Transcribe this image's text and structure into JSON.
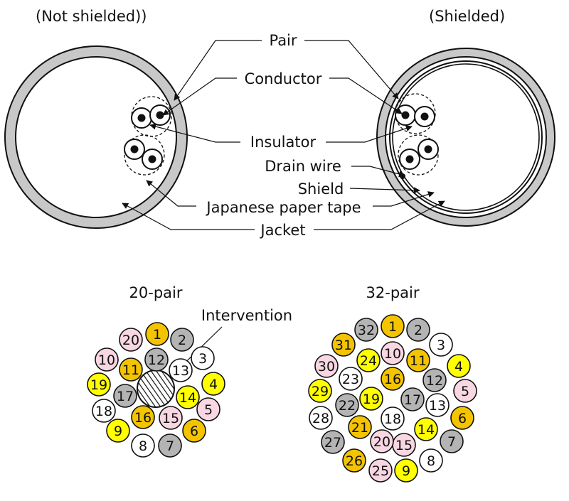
{
  "top": {
    "not_shielded_title": "(Not shielded))",
    "shielded_title": "(Shielded)",
    "callouts": {
      "pair": "Pair",
      "conductor": "Conductor",
      "insulator": "Insulator",
      "drain_wire": "Drain wire",
      "shield": "Shield",
      "paper_tape": "Japanese paper tape",
      "jacket": "Jacket"
    }
  },
  "bottom": {
    "left_title": "20-pair",
    "right_title": "32-pair",
    "intervention_label": "Intervention",
    "colors": {
      "Y": "#f5c400",
      "W": "#ffffff",
      "P": "#f8d7e2",
      "G": "#b4b4b4",
      "L": "#ffff00"
    },
    "pair20": [
      {
        "n": "1",
        "c": "Y"
      },
      {
        "n": "2",
        "c": "G"
      },
      {
        "n": "3",
        "c": "W"
      },
      {
        "n": "4",
        "c": "L"
      },
      {
        "n": "5",
        "c": "P"
      },
      {
        "n": "6",
        "c": "Y"
      },
      {
        "n": "7",
        "c": "G"
      },
      {
        "n": "8",
        "c": "W"
      },
      {
        "n": "9",
        "c": "L"
      },
      {
        "n": "10",
        "c": "P"
      },
      {
        "n": "11",
        "c": "Y"
      },
      {
        "n": "12",
        "c": "G"
      },
      {
        "n": "13",
        "c": "W"
      },
      {
        "n": "14",
        "c": "L"
      },
      {
        "n": "15",
        "c": "P"
      },
      {
        "n": "16",
        "c": "Y"
      },
      {
        "n": "17",
        "c": "G"
      },
      {
        "n": "18",
        "c": "W"
      },
      {
        "n": "19",
        "c": "L"
      },
      {
        "n": "20",
        "c": "P"
      }
    ],
    "pair32": [
      {
        "n": "1",
        "c": "Y"
      },
      {
        "n": "2",
        "c": "G"
      },
      {
        "n": "3",
        "c": "W"
      },
      {
        "n": "4",
        "c": "L"
      },
      {
        "n": "5",
        "c": "P"
      },
      {
        "n": "6",
        "c": "Y"
      },
      {
        "n": "7",
        "c": "G"
      },
      {
        "n": "8",
        "c": "W"
      },
      {
        "n": "9",
        "c": "L"
      },
      {
        "n": "10",
        "c": "P"
      },
      {
        "n": "11",
        "c": "Y"
      },
      {
        "n": "12",
        "c": "G"
      },
      {
        "n": "13",
        "c": "W"
      },
      {
        "n": "14",
        "c": "L"
      },
      {
        "n": "15",
        "c": "P"
      },
      {
        "n": "16",
        "c": "Y"
      },
      {
        "n": "17",
        "c": "G"
      },
      {
        "n": "18",
        "c": "W"
      },
      {
        "n": "19",
        "c": "L"
      },
      {
        "n": "20",
        "c": "P"
      },
      {
        "n": "21",
        "c": "Y"
      },
      {
        "n": "22",
        "c": "G"
      },
      {
        "n": "23",
        "c": "W"
      },
      {
        "n": "24",
        "c": "L"
      },
      {
        "n": "25",
        "c": "P"
      },
      {
        "n": "26",
        "c": "Y"
      },
      {
        "n": "27",
        "c": "G"
      },
      {
        "n": "28",
        "c": "W"
      },
      {
        "n": "29",
        "c": "L"
      },
      {
        "n": "30",
        "c": "P"
      },
      {
        "n": "31",
        "c": "Y"
      },
      {
        "n": "32",
        "c": "G"
      }
    ]
  }
}
